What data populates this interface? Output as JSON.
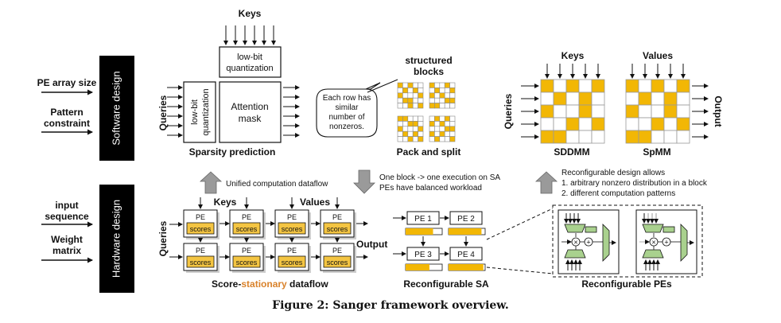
{
  "left_labels": {
    "pe_array_size": "PE array size",
    "pattern_constraint": [
      "Pattern",
      "constraint"
    ],
    "input_sequence": [
      "input",
      "sequence"
    ],
    "weight_matrix": [
      "Weight",
      "matrix"
    ]
  },
  "vertical_bars": {
    "software": "Software design",
    "hardware": "Hardware design"
  },
  "sparsity": {
    "keys": "Keys",
    "queries": "Queries",
    "low_bit_top": [
      "low-bit",
      "quantization"
    ],
    "low_bit_side": [
      "low-bit",
      "quantization"
    ],
    "attention_mask": [
      "Attention",
      "mask"
    ],
    "caption": "Sparsity prediction"
  },
  "blocks": {
    "title": [
      "structured",
      "blocks"
    ],
    "bubble": [
      "Each row has",
      "similar",
      "number of",
      "nonzeros."
    ],
    "caption": "Pack and split"
  },
  "sddmm": {
    "keys": "Keys",
    "values": "Values",
    "queries": "Queries",
    "output": "Output",
    "label_left": "SDDMM",
    "label_right": "SpMM"
  },
  "notes": {
    "unified": "Unified computation dataflow",
    "one_block": [
      "One block -> one execution on SA",
      "PEs have balanced workload"
    ],
    "reconfig_title": "Reconfigurable design allows",
    "reconfig_items": [
      "1.    arbitrary nonzero distribution in a block",
      "2.    different computation patterns"
    ]
  },
  "dataflow": {
    "keys": "Keys",
    "values": "Values",
    "queries": "Queries",
    "output": "Output",
    "pe": "PE",
    "scores": "scores",
    "caption_pre": "Score-",
    "caption_mid": "stationary",
    "caption_post": " dataflow"
  },
  "sa": {
    "pe_labels": [
      "PE 1",
      "PE 2",
      "PE 3",
      "PE 4"
    ],
    "fill_fractions": [
      0.75,
      0.9,
      0.65,
      0.95
    ],
    "caption": "Reconfigurable SA"
  },
  "pes": {
    "caption": "Reconfigurable PEs"
  },
  "figure_caption": "Figure 2: Sanger framework overview.",
  "colors": {
    "accent": "#F2B705",
    "accent_text": "#D9822B",
    "scores_fill": "#F4C542",
    "dark_bar": "#000000",
    "gray_arrow": "#9a9a9a",
    "pe_green": "#A9D18E"
  }
}
